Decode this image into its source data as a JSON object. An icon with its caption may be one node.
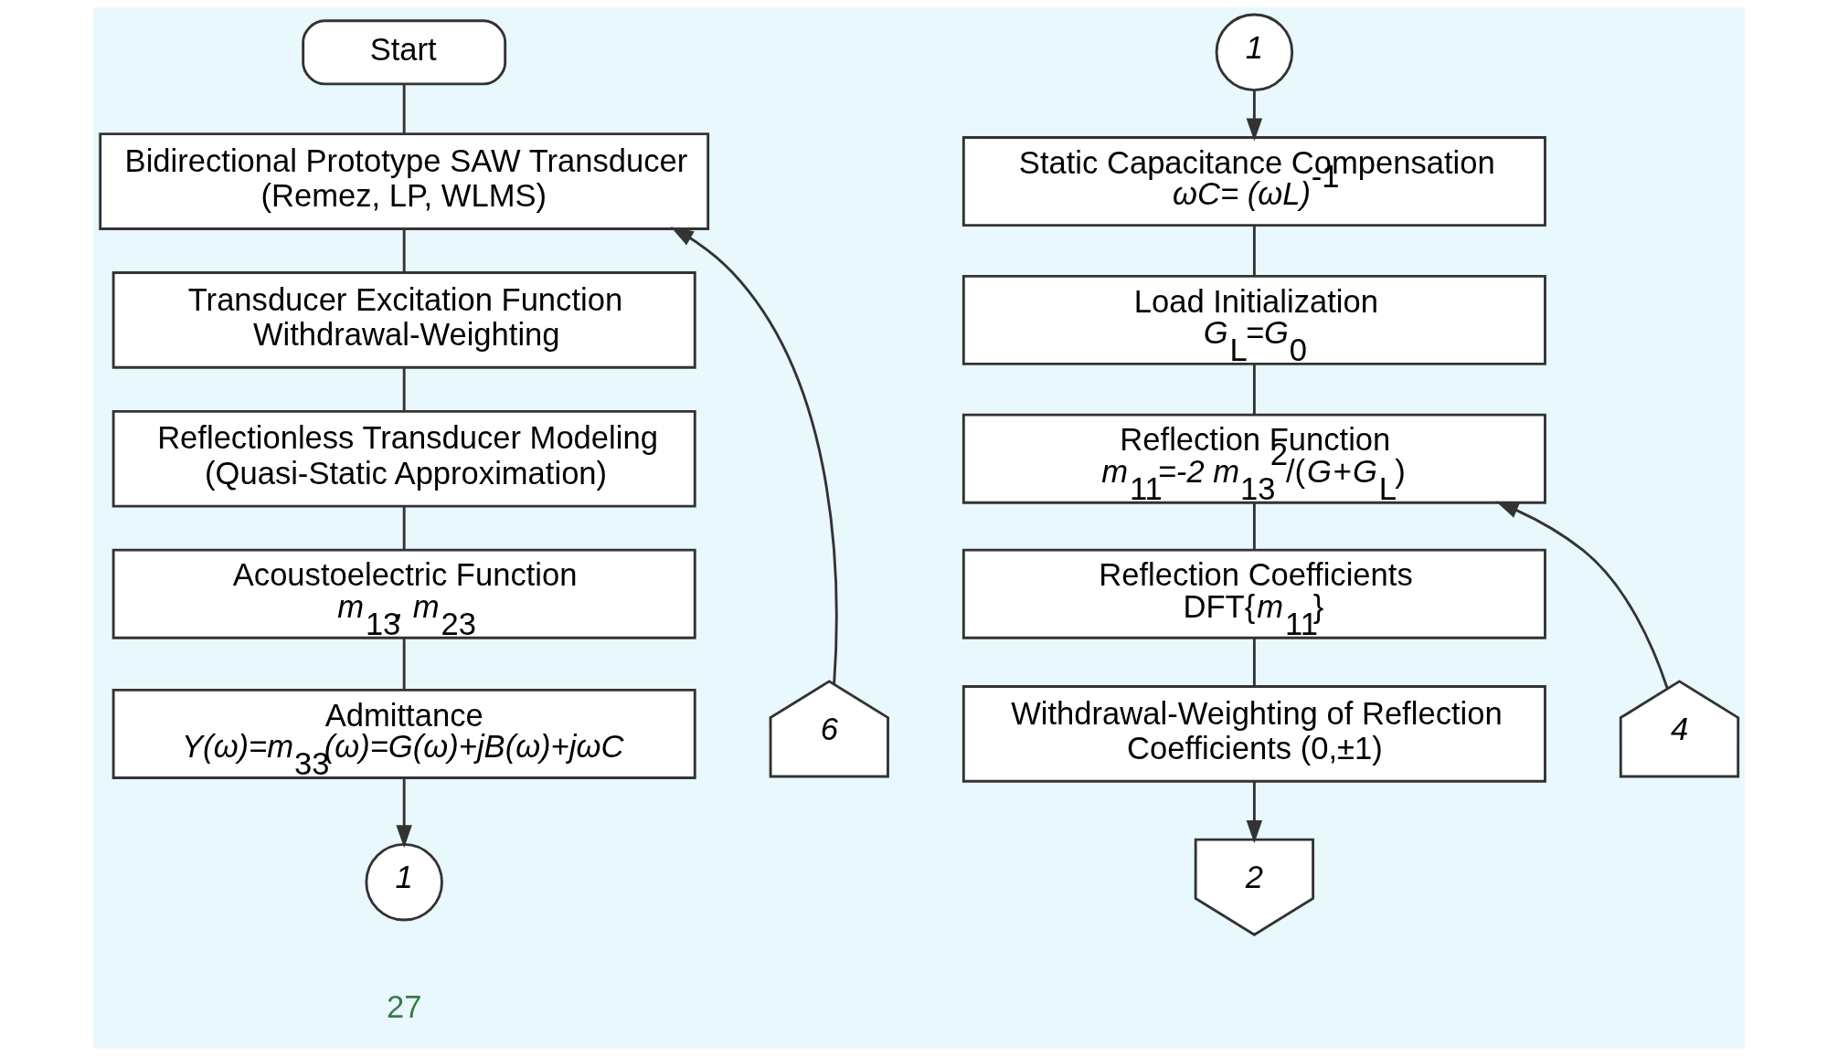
{
  "diagram": {
    "nodes": [
      {
        "text": [
          "Start"
        ]
      },
      {
        "text": [
          "Bidirectional Prototype SAW Transducer (Remez, LP, WLMS)"
        ]
      },
      {
        "text": [
          "Transducer Excitation Function",
          "Withdrawal-Weighting"
        ]
      },
      {
        "text": [
          "Reflectionless Transducer Modeling",
          "(Quasi-Static Approximation)"
        ]
      },
      {
        "text": [
          "Acoustoelectric Function",
          "*m*$_{13}$*, m*$_{23}$"
        ]
      },
      {
        "text": [
          "Admittance",
          "*Y(ω)=m*$_{33}$*(ω)=G(ω)+jB(ω)+jωC*"
        ]
      },
      {
        "text": [
          "6"
        ]
      },
      {
        "text": [
          "1"
        ]
      },
      {
        "text": [
          "1"
        ]
      },
      {
        "text": [
          "Static Capacitance Compensation",
          "*ωC= (ωL)*$^{-1}$"
        ]
      },
      {
        "text": [
          "Load Initialization",
          "*G*$_{L}$*=G*$_{0}$"
        ]
      },
      {
        "text": [
          "Reflection Function",
          "*m*$_{11}$*=-2 m*$_{13}$$^{2}$/(*G*+*G*$_{L}$)"
        ]
      },
      {
        "text": [
          "Reflection Coefficients",
          "DFT{*m*$_{11}$}"
        ]
      },
      {
        "text": [
          "Withdrawal-Weighting of Reflection Coefficients (0,±1)"
        ]
      },
      {
        "text": [
          "2"
        ]
      },
      {
        "text": [
          "4"
        ]
      }
    ],
    "edges": [
      {
        "from": 0,
        "to": 1,
        "arrow": "none"
      },
      {
        "from": 6,
        "to": 1,
        "arrow": "to"
      },
      {
        "from": 1,
        "to": 2,
        "arrow": "none"
      },
      {
        "from": 2,
        "to": 3,
        "arrow": "none"
      },
      {
        "from": 3,
        "to": 4,
        "arrow": "none"
      },
      {
        "from": 4,
        "to": 5,
        "arrow": "none"
      },
      {
        "from": 5,
        "to": 7,
        "arrow": "to"
      },
      {
        "from": 8,
        "to": 9,
        "arrow": "to"
      },
      {
        "from": 9,
        "to": 10,
        "arrow": "none"
      },
      {
        "from": 10,
        "to": 11,
        "arrow": "none"
      },
      {
        "from": 15,
        "to": 11,
        "arrow": "to"
      },
      {
        "from": 11,
        "to": 12,
        "arrow": "none"
      },
      {
        "from": 12,
        "to": 13,
        "arrow": "none"
      },
      {
        "from": 13,
        "to": 14,
        "arrow": "to"
      }
    ],
    "labels": [
      "27"
    ]
  }
}
